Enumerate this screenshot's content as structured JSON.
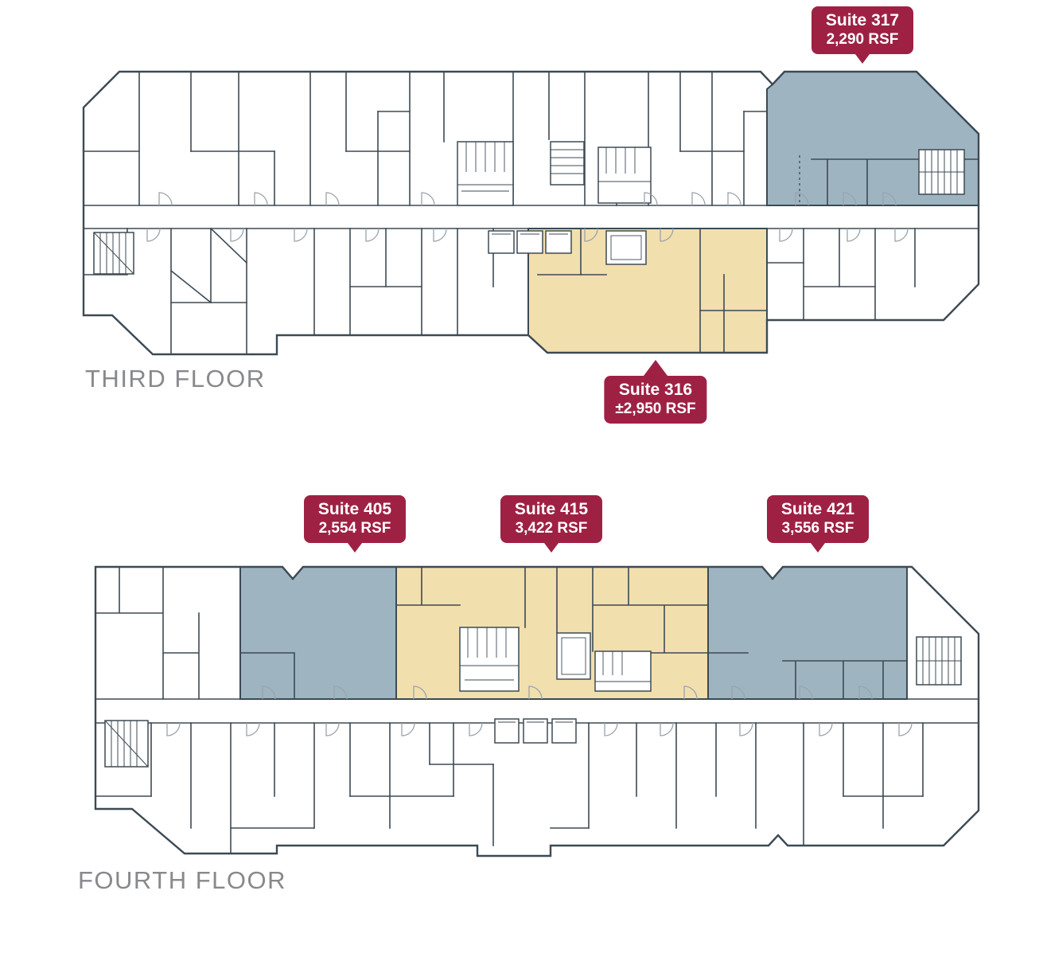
{
  "colors": {
    "badge-bg": "#9e2144",
    "suite-blue": "#9fb4c1",
    "suite-tan": "#f2dfae",
    "wall": "#3d4a54",
    "floor-label": "#87898c"
  },
  "floors": [
    {
      "name": "THIRD FLOOR",
      "suites": [
        {
          "label": "Suite 317",
          "rsf": "2,290 RSF",
          "highlight": "blue"
        },
        {
          "label": "Suite 316",
          "rsf": "±2,950 RSF",
          "highlight": "tan"
        }
      ]
    },
    {
      "name": "FOURTH FLOOR",
      "suites": [
        {
          "label": "Suite 405",
          "rsf": "2,554 RSF",
          "highlight": "blue"
        },
        {
          "label": "Suite 415",
          "rsf": "3,422 RSF",
          "highlight": "tan"
        },
        {
          "label": "Suite 421",
          "rsf": "3,556 RSF",
          "highlight": "blue"
        }
      ]
    }
  ]
}
